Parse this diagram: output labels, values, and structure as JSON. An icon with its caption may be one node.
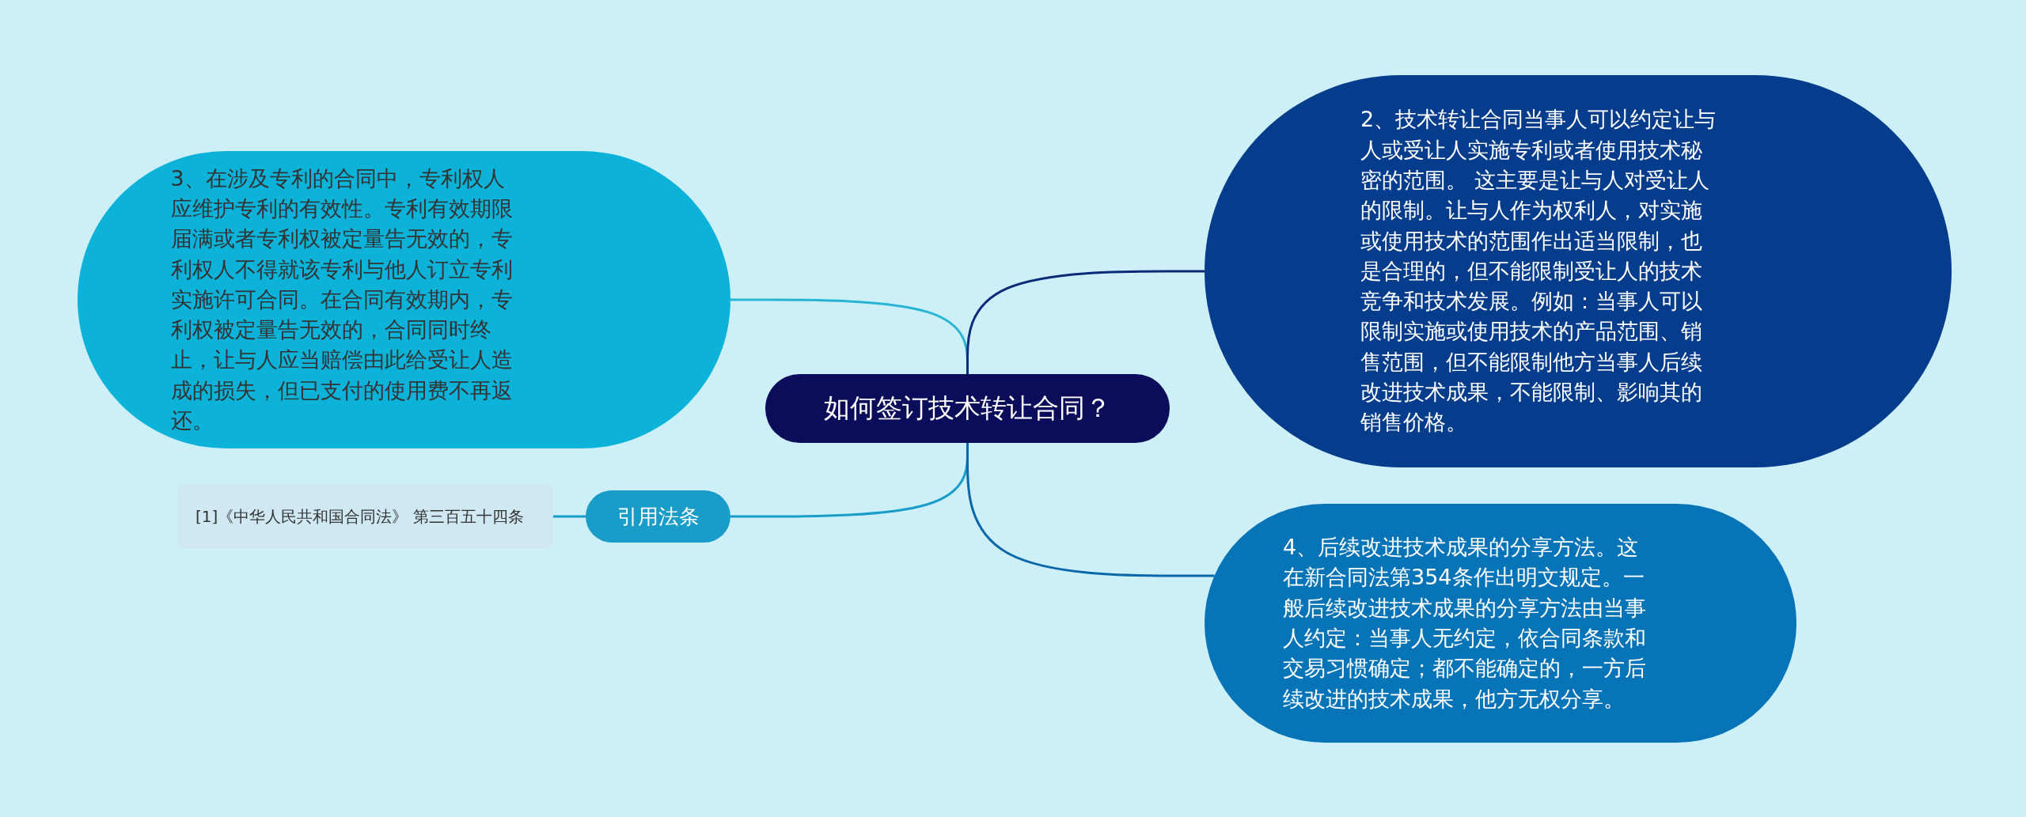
{
  "diagram": {
    "nodes": [
      {
        "text": [
          "如何签订技术转让合同？"
        ]
      },
      {
        "text": [
          "3、在涉及专利的合同中，专利权人应维护专利的有效性。专利有效期限届满或者专利权被定量告无效的，专利权人不得就该专利与他人订立专利实施许可合同。在合同有效期内，专利权被定量告无效的，合同同时终止，让与人应当赔偿由此给受让人造成的损失，但已支付的使用费不再返还。"
        ]
      },
      {
        "text": [
          "2、技术转让合同当事人可以约定让与人或受让人实施专利或者使用技术秘密的范围。 这主要是让与人对受让人的限制。让与人作为权利人，对实施或使用技术的范围作出适当限制，也是合理的，但不能限制受让人的技术竞争和技术发展。例如：当事人可以限制实施或使用技术的产品范围、销售范围，但不能限制他方当事人后续改进技术成果，不能限制、影响其的销售价格。"
        ]
      },
      {
        "text": [
          "引用法条"
        ]
      },
      {
        "text": [
          "[1]《中华人民共和国合同法》 第三百五十四条"
        ]
      },
      {
        "text": [
          "4、后续改进技术成果的分享方法。这在新合同法第354条作出明文规定。一般后续改进技术成果的分享方法由当事人约定：当事人无约定，依合同条款和交易习惯确定；都不能确定的，一方后续改进的技术成果，他方无权分享。"
        ]
      }
    ],
    "edges": [
      {
        "from": 0,
        "to": 1,
        "arrow": "none",
        "color": "#2ab4d4"
      },
      {
        "from": 0,
        "to": 2,
        "arrow": "none",
        "color": "#0b2a78"
      },
      {
        "from": 0,
        "to": 3,
        "arrow": "none",
        "color": "#1a9cc8"
      },
      {
        "from": 3,
        "to": 4,
        "arrow": "none",
        "color": "#1a9cc8"
      },
      {
        "from": 0,
        "to": 5,
        "arrow": "none",
        "color": "#0a68a8"
      }
    ]
  }
}
